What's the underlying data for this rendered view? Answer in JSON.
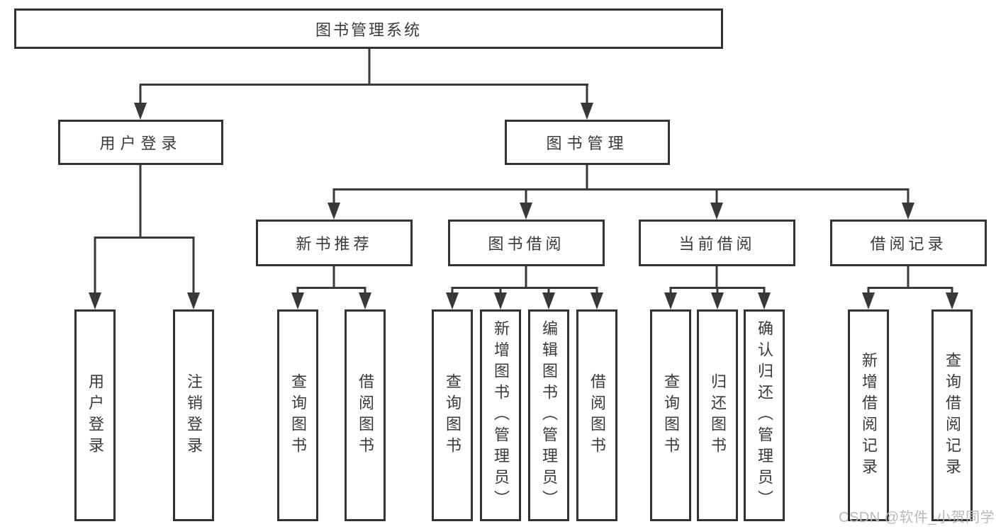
{
  "tree": {
    "root": {
      "label": "图书管理系统"
    },
    "branches": [
      {
        "label": "用户登录",
        "children": [
          {
            "label": "用户登录"
          },
          {
            "label": "注销登录"
          }
        ]
      },
      {
        "label": "图书管理",
        "sections": [
          {
            "label": "新书推荐",
            "children": [
              {
                "label": "查询图书"
              },
              {
                "label": "借阅图书"
              }
            ]
          },
          {
            "label": "图书借阅",
            "children": [
              {
                "label": "查询图书"
              },
              {
                "label": "新增图书（管理员）"
              },
              {
                "label": "编辑图书（管理员）"
              },
              {
                "label": "借阅图书"
              }
            ]
          },
          {
            "label": "当前借阅",
            "children": [
              {
                "label": "查询图书"
              },
              {
                "label": "归还图书"
              },
              {
                "label": "确认归还（管理员）"
              }
            ]
          },
          {
            "label": "借阅记录",
            "children": [
              {
                "label": "新增借阅记录"
              },
              {
                "label": "查询借阅记录"
              }
            ]
          }
        ]
      }
    ]
  },
  "watermark": {
    "text": "CSDN @软件_小贺同学"
  },
  "colors": {
    "line": "#38383a",
    "border": "#333336",
    "text": "#3a3a3c",
    "watermark": "#b9b9b9",
    "background": "#ffffff"
  }
}
